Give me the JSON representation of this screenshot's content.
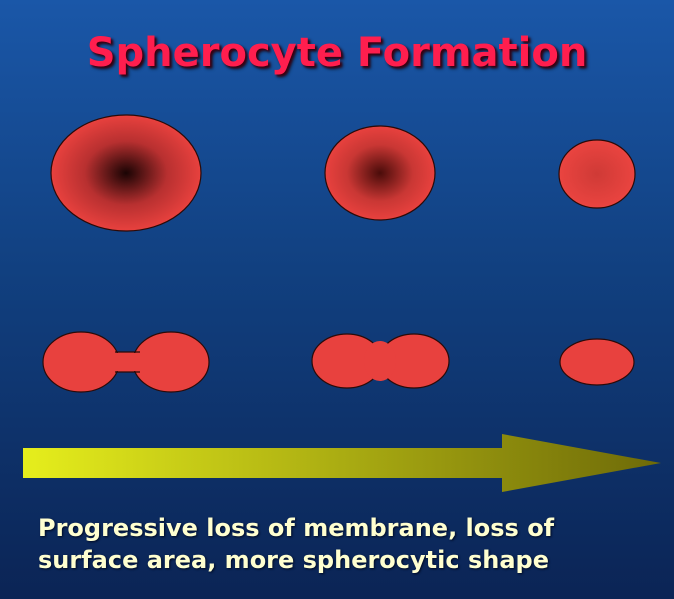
{
  "slide": {
    "title": "Spherocyte Formation",
    "caption_line1": "Progressive loss of membrane, loss of",
    "caption_line2": "surface area, more spherocytic shape"
  },
  "colors": {
    "background_top": "#1a57a8",
    "background_bottom": "#0b2455",
    "title": "#ff1e4e",
    "cell_fill": "#e8413e",
    "cell_center": "#1a0404",
    "arrow_start": "#e6ee1c",
    "arrow_end": "#6e6a08",
    "caption": "#ffffd0"
  }
}
